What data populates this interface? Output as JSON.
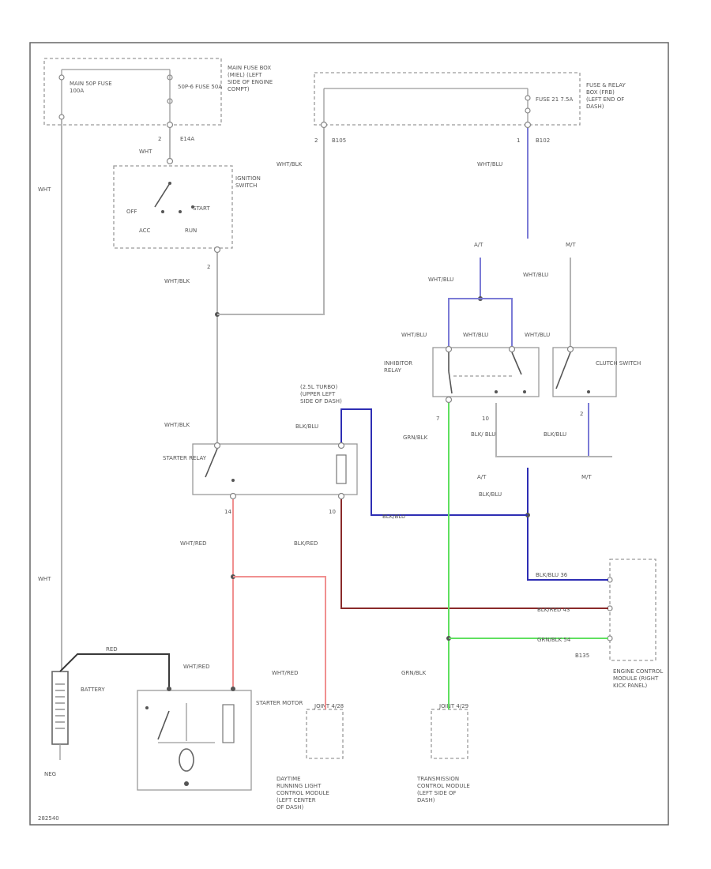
{
  "colors": {
    "wht": "#b4b4b4",
    "wht_blu": "#7b7bd6",
    "blu": "#2e2eb4",
    "wht_red": "#f09090",
    "blk_red": "#8a2a2a",
    "grn": "#60e060",
    "blk": "#3a3a3a"
  },
  "fuse_box_main": {
    "title": "MAIN FUSE BOX (MIEL) (LEFT SIDE OF ENGINE COMPT)",
    "main_fuse": "MAIN 50P FUSE 100A",
    "sub_fuse": "50P-6 FUSE 50A",
    "conn": "E14A"
  },
  "fuse_box_dash": {
    "title": "FUSE & RELAY BOX (FRB) (LEFT END OF DASH)",
    "fuse": "FUSE 21 7.5A",
    "conn_left": "B105",
    "conn_right": "B102",
    "pin_left": "2",
    "pin_right": "1"
  },
  "ignition": {
    "title": "IGNITION SWITCH",
    "off": "OFF",
    "start": "START",
    "acc": "ACC",
    "run": "RUN",
    "pin_top": "2",
    "pin_bottom": "2"
  },
  "wires": {
    "wht_left_top": "WHT",
    "wht_left_bottom": "WHT",
    "wht_ign": "WHT",
    "wht_blk_top": "WHT/BLK",
    "wht_blk_mid": "WHT/BLK",
    "wht_blk_relay": "WHT/BLK",
    "wht_blu_top": "WHT/BLU",
    "wht_blu_at": "WHT/BLU",
    "wht_blu_mt": "WHT/BLU",
    "wht_blu_inh1": "WHT/BLU",
    "wht_blu_inh2": "WHT/BLU",
    "wht_blu_clutch": "WHT/BLU",
    "blk_blu_relay": "BLK/BLU",
    "blk_blu_mid": "BLK/BLU",
    "blk_blu_inh": "BLK/ BLU",
    "blk_blu_clutch": "BLK/BLU",
    "blk_blu_ecm": "BLK/BLU",
    "blk_blu_ecm_pin": "BLK/BLU 36",
    "blk_red_relay": "BLK/RED",
    "blk_red_ecm_pin": "BLK/RED 43",
    "grn_blk_inh": "GRN/BLK",
    "grn_blk_ecm_pin": "GRN/BLK 54",
    "grn_blk_tcm": "GRN/BLK",
    "wht_red_relay": "WHT/RED",
    "wht_red_starter": "WHT/RED",
    "wht_red_drl": "WHT/RED",
    "red": "RED",
    "at_top": "A/T",
    "mt_top": "M/T",
    "at_bottom": "A/T",
    "mt_bottom": "M/T"
  },
  "inhibitor": {
    "title": "INHIBITOR RELAY",
    "location": "(2.5L TURBO) (UPPER LEFT SIDE OF DASH)",
    "pin7": "7",
    "pin10": "10"
  },
  "clutch": {
    "title": "CLUTCH SWITCH",
    "pin": "2"
  },
  "starter_relay": {
    "title": "STARTER RELAY",
    "pin_left": "14",
    "pin_right": "10"
  },
  "battery": {
    "title": "BATTERY",
    "ground": "NEG"
  },
  "starter_motor": {
    "title": "STARTER MOTOR"
  },
  "drl": {
    "pin_label": "JOINT 4/28",
    "title": "DAYTIME RUNNING LIGHT CONTROL MODULE (LEFT CENTER OF DASH)"
  },
  "tcm": {
    "pin_label": "JOINT 4/29",
    "title": "TRANSMISSION CONTROL MODULE (LEFT SIDE OF DASH)"
  },
  "ecm": {
    "conn": "B135",
    "title": "ENGINE CONTROL MODULE (RIGHT KICK PANEL)"
  },
  "footer": "282540"
}
